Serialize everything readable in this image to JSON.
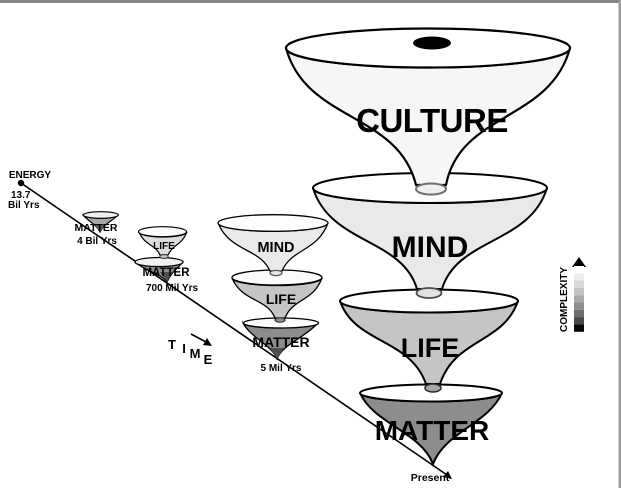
{
  "timeline": {
    "origin_label": "ENERGY",
    "origin_time_line1": "13.7",
    "origin_time_line2": "Bil Yrs",
    "axis_letters": {
      "t": "T",
      "i": "I",
      "m": "M",
      "e": "E"
    }
  },
  "complexity_axis": {
    "label": "COMPLEXITY"
  },
  "groups": [
    {
      "time": "4 Bil Yrs",
      "funnels": [
        {
          "label": "MATTER"
        }
      ]
    },
    {
      "time": "700 Mil Yrs",
      "funnels": [
        {
          "label": "LIFE"
        },
        {
          "label": "MATTER"
        }
      ]
    },
    {
      "time": "5 Mil Yrs",
      "funnels": [
        {
          "label": "MIND"
        },
        {
          "label": "LIFE"
        },
        {
          "label": "MATTER"
        }
      ]
    },
    {
      "time": "Present",
      "funnels": [
        {
          "label": "CULTURE"
        },
        {
          "label": "MIND"
        },
        {
          "label": "LIFE"
        },
        {
          "label": "MATTER"
        }
      ]
    }
  ],
  "colors": {
    "culture": "#f6f6f6",
    "mind": "#e9e9e9",
    "life": "#c5c5c5",
    "life_small": "#dedede",
    "matter": "#8d8d8d",
    "matter_small": "#a6a6a6",
    "outline": "#000000"
  }
}
